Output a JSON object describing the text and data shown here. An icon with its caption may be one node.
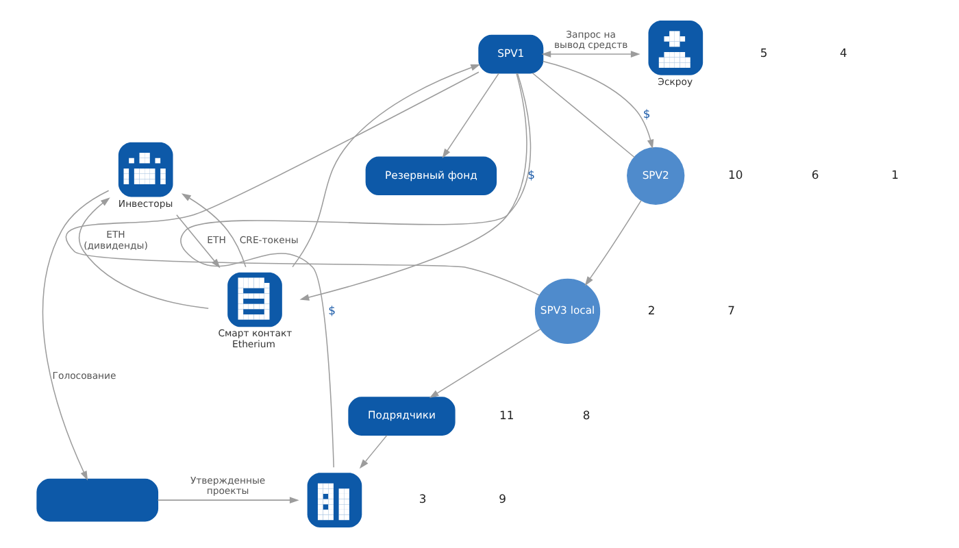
{
  "diagram": {
    "nodes": [
      {
        "text": [
          "SPV1"
        ]
      },
      {
        "text": [],
        "shape": "picture",
        "beside": [
          "Эскроу"
        ]
      },
      {
        "text": [
          "SPV2"
        ]
      },
      {
        "text": [
          "SPV3 local"
        ]
      },
      {
        "text": [
          "Резервный фонд"
        ]
      },
      {
        "text": [],
        "shape": "picture",
        "beside": [
          "Смарт контакт Etherium"
        ]
      },
      {
        "text": [],
        "shape": "picture",
        "beside": [
          "Инвесторы"
        ]
      },
      {
        "text": [
          "Подрядчики"
        ]
      },
      {
        "text": [],
        "shape": "picture"
      },
      {
        "text": [],
        "shape": "box"
      }
    ],
    "edges": [
      {
        "from": 0,
        "to": 1,
        "arrow": "both",
        "label": "Запрос на вывод средств"
      },
      {
        "from": 0,
        "to": 8,
        "arrow": "none",
        "label": "$"
      },
      {
        "from": 0,
        "to": 2,
        "arrow": "none"
      },
      {
        "from": 0,
        "to": 3,
        "arrow": "none"
      },
      {
        "from": 0,
        "to": 2,
        "arrow": "to",
        "label": "$"
      },
      {
        "from": 0,
        "to": 4,
        "arrow": "to"
      },
      {
        "from": 0,
        "to": 5,
        "arrow": "to",
        "label": "$"
      },
      {
        "from": 5,
        "to": 0,
        "arrow": "to"
      },
      {
        "from": 6,
        "to": 5,
        "arrow": "to",
        "label": "ETH"
      },
      {
        "from": 5,
        "to": 6,
        "arrow": "to",
        "label": "CRE-токены"
      },
      {
        "from": 5,
        "to": 6,
        "arrow": "to",
        "label": "ETH (дивиденды)"
      },
      {
        "from": 2,
        "to": 3,
        "arrow": "to"
      },
      {
        "from": 3,
        "to": 7,
        "arrow": "to"
      },
      {
        "from": 7,
        "to": 8,
        "arrow": "to"
      },
      {
        "from": 6,
        "to": 9,
        "arrow": "to",
        "label": "Голосование"
      },
      {
        "from": 9,
        "to": 8,
        "arrow": "to",
        "label": "Утвержденные проекты"
      }
    ],
    "labels": [
      "5",
      "4",
      "10",
      "2",
      "6",
      "1",
      "7",
      "11",
      "3",
      "8",
      "9"
    ]
  }
}
